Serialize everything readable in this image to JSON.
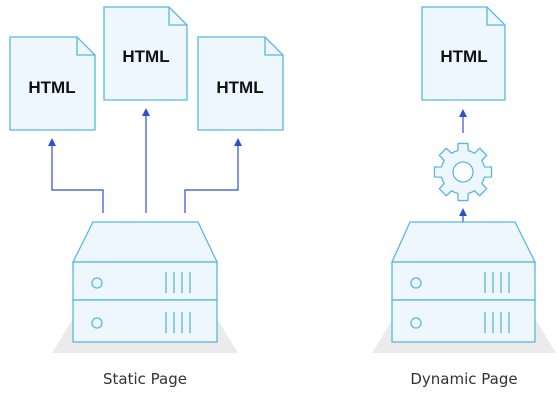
{
  "colors": {
    "outline": "#58b9dd",
    "fill": "#eef7fd",
    "arrow": "#2e4fd0",
    "shadow": "#ebebeb"
  },
  "static_section": {
    "documents": [
      {
        "label": "HTML"
      },
      {
        "label": "HTML"
      },
      {
        "label": "HTML"
      }
    ],
    "caption": "Static Page"
  },
  "dynamic_section": {
    "document": {
      "label": "HTML"
    },
    "processor_icon": "gear-icon",
    "caption": "Dynamic Page"
  }
}
